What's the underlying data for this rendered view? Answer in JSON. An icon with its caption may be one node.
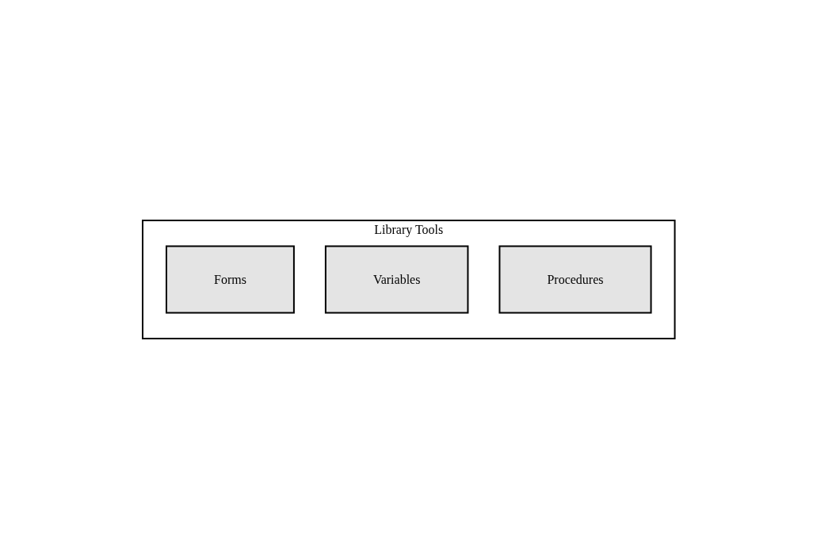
{
  "diagram": {
    "nodes": [
      {
        "text": [
          "Library Tools"
        ]
      },
      {
        "text": [
          "Forms"
        ],
        "in": 0
      },
      {
        "text": [
          "Variables"
        ],
        "in": 0
      },
      {
        "text": [
          "Procedures"
        ],
        "in": 0
      }
    ],
    "edges": []
  }
}
